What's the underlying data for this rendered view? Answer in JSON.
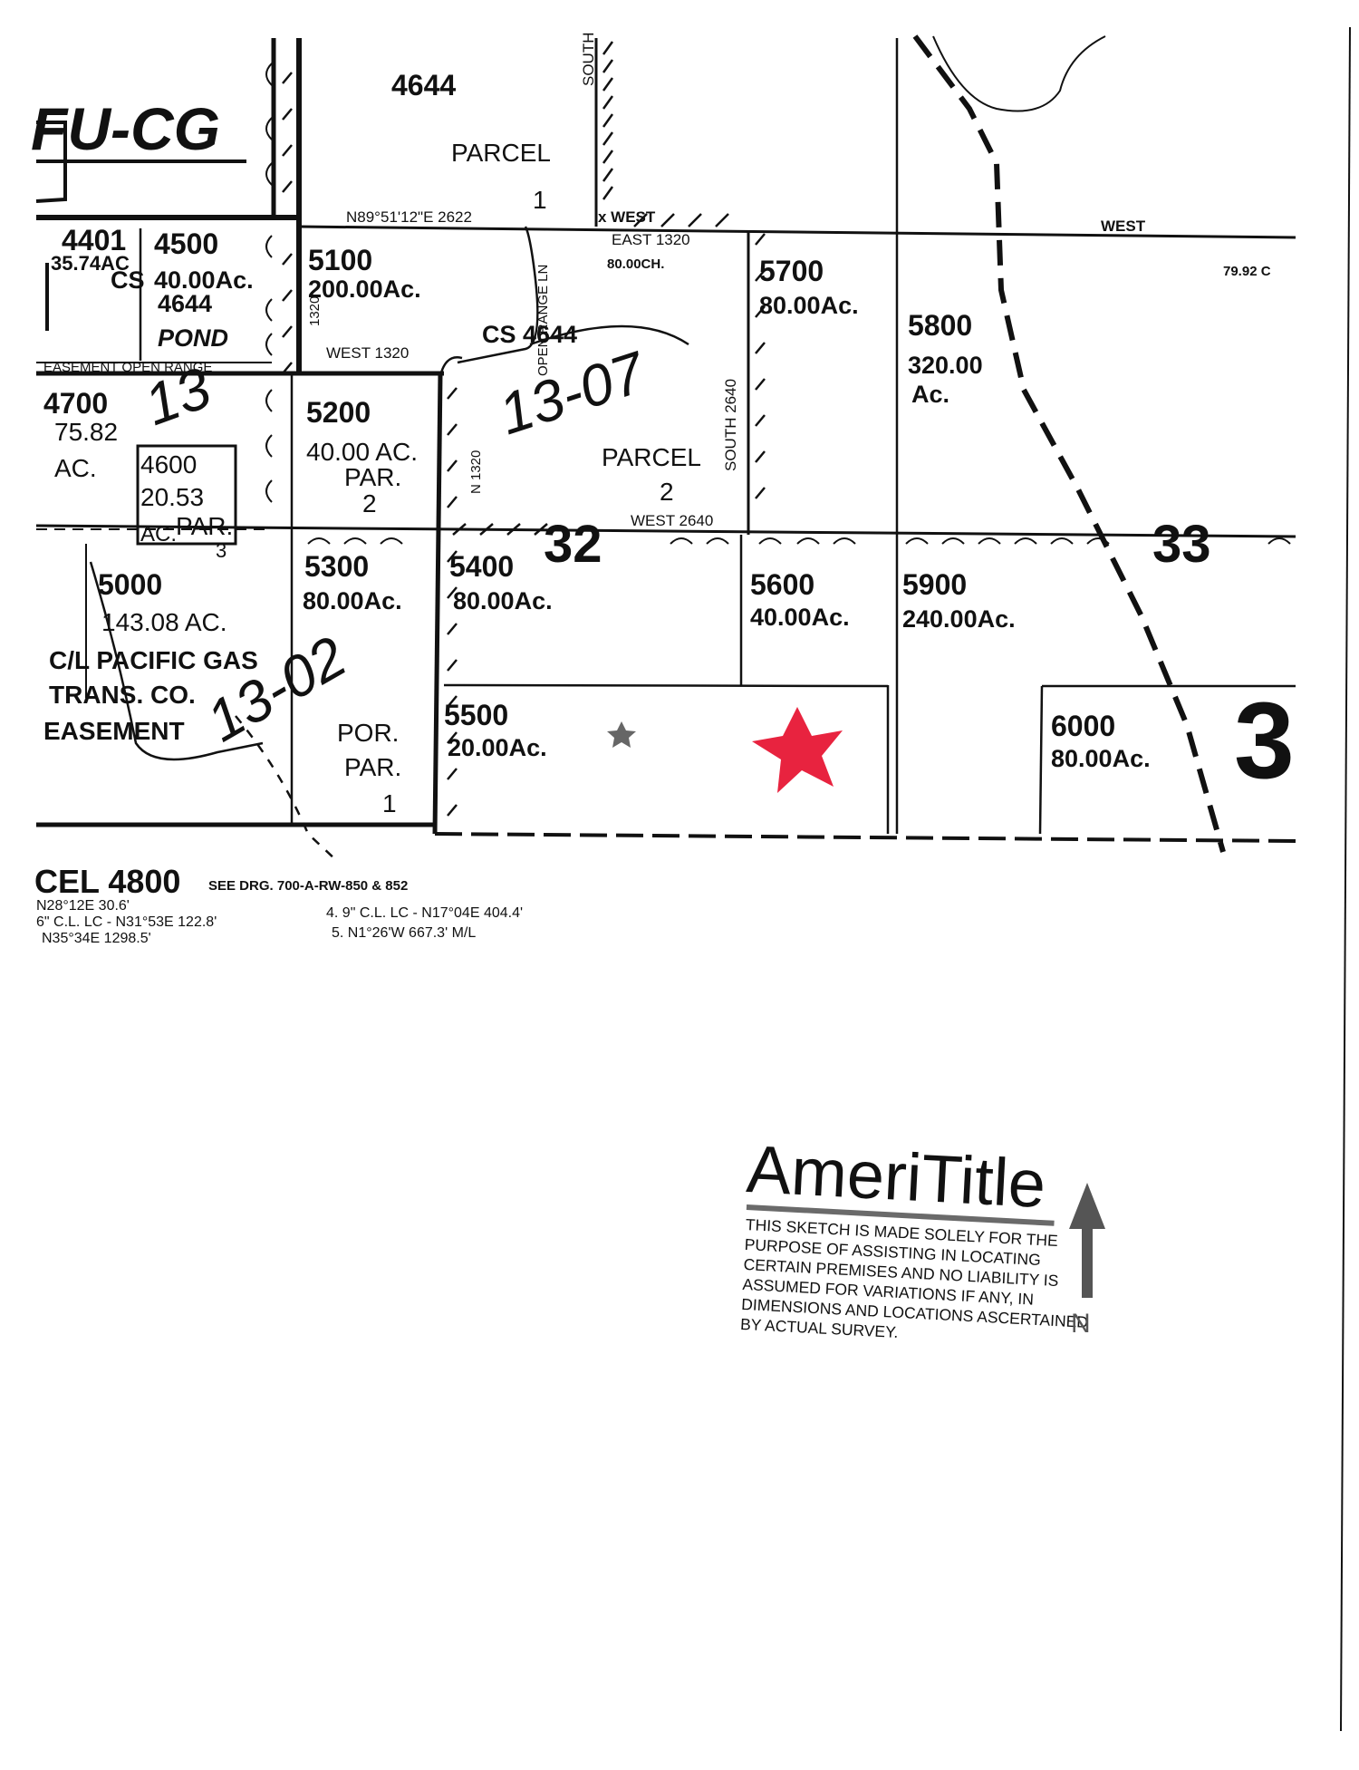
{
  "map": {
    "zone_label": "FU-CG",
    "section_numbers": [
      "32",
      "33",
      "3"
    ],
    "bearings": {
      "top_line": "N89°51'12\"E 2622",
      "west_1320": "WEST 1320",
      "east_1320": "EAST 1320",
      "ch_80": "80.00CH.",
      "west_top_right": "WEST",
      "west_2640": "WEST 2640",
      "south_2640": "SOUTH 2640",
      "n_1320": "N 1320",
      "s_1320": "1320",
      "south_top": "SOUTH",
      "right_edge": "79.92 C",
      "x_west": "x WEST"
    },
    "road_labels": {
      "open_range_ln": "OPEN RANGE LN",
      "easement_open_range": "EASEMENT OPEN RANGE",
      "cs_4644_a": "CS",
      "cs_4644_b": "4644",
      "cs_4644_c": "CS 4644",
      "pond": "POND"
    },
    "handwritten": {
      "tl_13_07": "13-07",
      "tl_13_02": "13-02",
      "tl_13_small": "13"
    },
    "parcels": {
      "p4644": "4644",
      "parcel_word_1": "PARCEL",
      "parcel_1_num": "1",
      "p4401": "4401",
      "p4401_ac": "35.74AC",
      "p4500": "4500",
      "p4500_ac": "40.00Ac.",
      "p5100": "5100",
      "p5100_ac": "200.00Ac.",
      "p4700": "4700",
      "p4700_ac": "75.82",
      "p4700_ac2": "AC.",
      "p4600": "4600",
      "p4600_ac": "20.53",
      "p4600_ac2": "AC.",
      "p4600_par": "PAR.",
      "p4600_par_num": "3",
      "p5200": "5200",
      "p5200_ac": "40.00 AC.",
      "p5200_par": "PAR.",
      "p5200_par_num": "2",
      "parcel_word_2": "PARCEL",
      "parcel_2_num": "2",
      "p5700": "5700",
      "p5700_ac": "80.00Ac.",
      "p5800": "5800",
      "p5800_ac": "320.00",
      "p5800_ac2": "Ac.",
      "p5000": "5000",
      "p5000_ac": "143.08 AC.",
      "p5000_note1": "C/L PACIFIC GAS",
      "p5000_note2": "TRANS. CO.",
      "p5000_note3": "EASEMENT",
      "p5300": "5300",
      "p5300_ac": "80.00Ac.",
      "p5400": "5400",
      "p5400_ac": "80.00Ac.",
      "p5600": "5600",
      "p5600_ac": "40.00Ac.",
      "p5900": "5900",
      "p5900_ac": "240.00Ac.",
      "por_par": "POR.",
      "por_par2": "PAR.",
      "por_par_num": "1",
      "p5500": "5500",
      "p5500_ac": "20.00Ac.",
      "p6000": "6000",
      "p6000_ac": "80.00Ac."
    },
    "bottom_notes": {
      "parcel_4800": "CEL 4800",
      "see_drg": "SEE DRG. 700-A-RW-850 & 852",
      "line1": "N28°12E 30.6'",
      "line2": "6\" C.L. LC - N31°53E 122.8'",
      "line3": "N35°34E 1298.5'",
      "line4": "4. 9\" C.L. LC - N17°04E 404.4'",
      "line5": "5. N1°26'W 667.3' M/L"
    },
    "marker_color": "#e8233f",
    "marker_secondary_color": "#666666"
  },
  "stamp": {
    "brand": "AmeriTitle",
    "disclaimer": [
      "THIS SKETCH IS MADE SOLELY FOR THE",
      "PURPOSE OF ASSISTING IN LOCATING",
      "CERTAIN PREMISES AND NO LIABILITY IS",
      "ASSUMED FOR VARIATIONS IF ANY, IN",
      "DIMENSIONS AND LOCATIONS ASCERTAINED",
      "BY ACTUAL SURVEY."
    ],
    "north_label": "N",
    "color": "#6a6a6a"
  }
}
